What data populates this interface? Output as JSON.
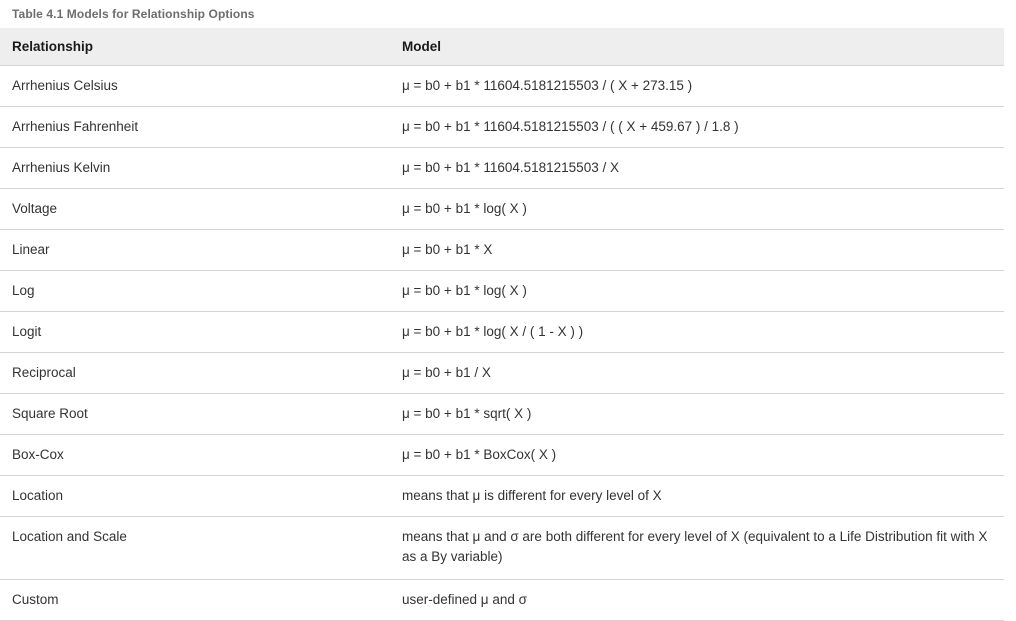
{
  "caption": "Table 4.1 Models for Relationship Options",
  "table": {
    "columns": [
      {
        "key": "relationship",
        "label": "Relationship"
      },
      {
        "key": "model",
        "label": "Model"
      }
    ],
    "rows": [
      {
        "relationship": "Arrhenius Celsius",
        "model": "μ = b0 + b1 * 11604.5181215503 / ( X + 273.15 )"
      },
      {
        "relationship": "Arrhenius Fahrenheit",
        "model": "μ = b0 + b1 * 11604.5181215503 / ( ( X + 459.67 ) / 1.8 )"
      },
      {
        "relationship": "Arrhenius Kelvin",
        "model": "μ = b0 + b1 * 11604.5181215503 / X"
      },
      {
        "relationship": "Voltage",
        "model": "μ = b0 + b1 * log( X )"
      },
      {
        "relationship": "Linear",
        "model": "μ = b0 + b1 * X"
      },
      {
        "relationship": "Log",
        "model": "μ = b0 + b1 * log( X )"
      },
      {
        "relationship": "Logit",
        "model": "μ = b0 + b1 * log( X / ( 1 - X ) )"
      },
      {
        "relationship": "Reciprocal",
        "model": "μ = b0 + b1 / X"
      },
      {
        "relationship": "Square Root",
        "model": "μ = b0 + b1 * sqrt( X )"
      },
      {
        "relationship": "Box-Cox",
        "model": "μ = b0 + b1 * BoxCox( X )"
      },
      {
        "relationship": "Location",
        "model": "means that μ is different for every level of X"
      },
      {
        "relationship": "Location and Scale",
        "model": "means that μ and σ are both different for every level of X (equivalent to a Life Distribution fit with X as a By variable)"
      },
      {
        "relationship": "Custom",
        "model": "user-defined μ and σ"
      }
    ]
  },
  "colors": {
    "header_background": "#eeeeee",
    "row_border": "#d5d5d5",
    "caption_text": "#6d6d6d",
    "body_text": "#333333",
    "page_background": "#ffffff"
  }
}
